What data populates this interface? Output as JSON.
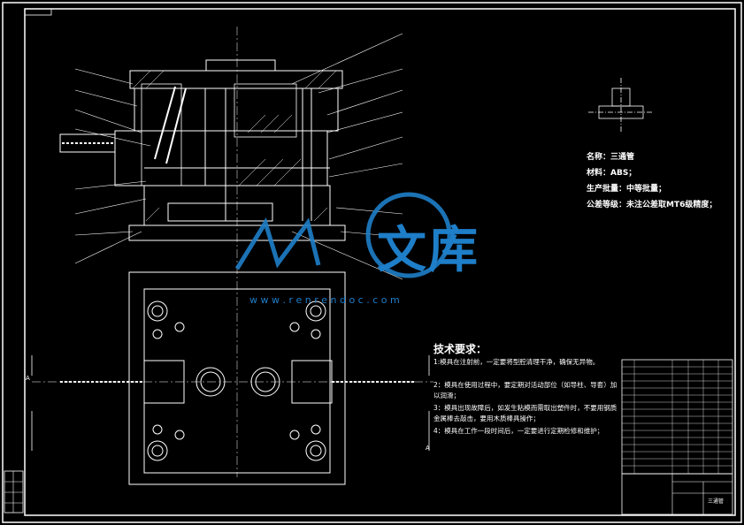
{
  "part_info": {
    "name": "名称：三通管",
    "material": "材料：ABS；",
    "batch": "生产批量：中等批量；",
    "tolerance": "公差等级：未注公差取MT6级精度；"
  },
  "technical_requirements": {
    "title": "技术要求：",
    "items": [
      "1:模具在注射前，一定要将型腔清理干净，确保无异物。",
      "2：模具在使用过程中，要定期对活动部位（如导柱、导套）加以润滑；",
      "3：模具出现故障后，如发生粘模而需取出塑件时，不要用钢质金属棒去敲击，要用木质棒具操作；",
      "4：模具在工作一段时间后，一定要进行定期检修和维护；"
    ]
  },
  "title_block": {
    "drawing_name": "三通管"
  },
  "watermark": {
    "brand": "文库",
    "url": "w w w . r e n r e n d o c . c o m"
  },
  "section_marker": "A",
  "colors": {
    "background": "#000000",
    "lines": "#ffffff",
    "watermark": "#1e7ec8"
  }
}
